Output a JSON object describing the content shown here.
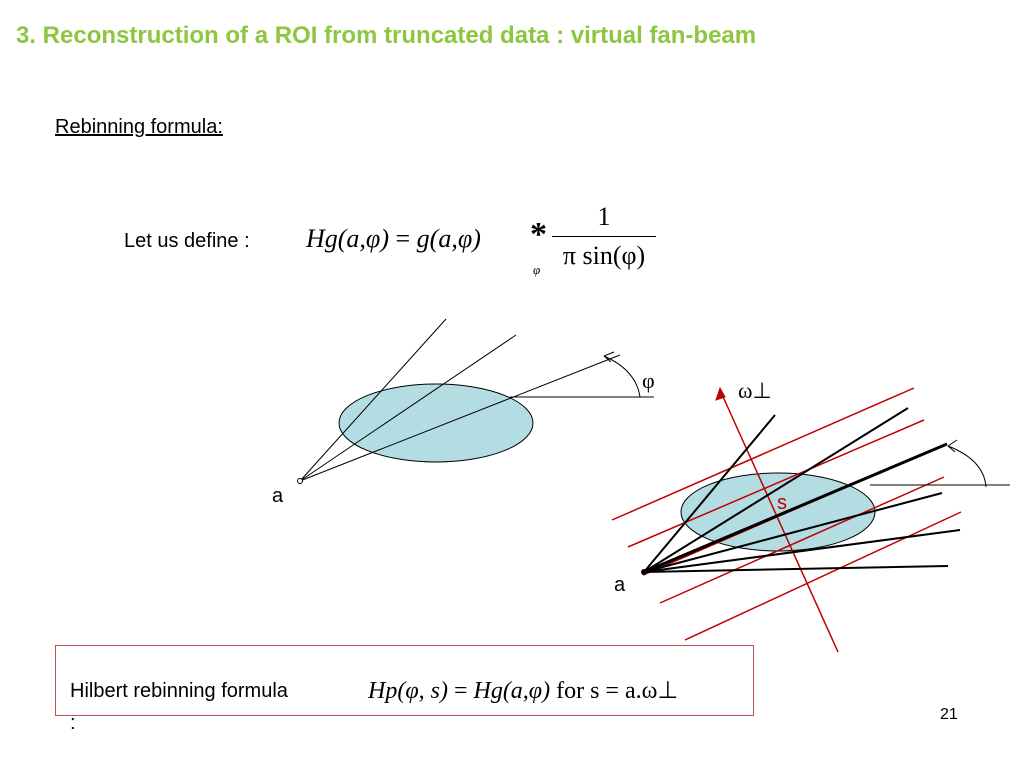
{
  "slide": {
    "title": "3. Reconstruction of a ROI from truncated data : virtual fan-beam",
    "subtitle": "Rebinning formula:",
    "define_label": "Let us define :",
    "page_number": "21"
  },
  "equation1": {
    "lhs": "Hg(a,φ)",
    "equals": "=",
    "rhs": "g(a,φ)",
    "operator": "*",
    "operator_sub": "φ",
    "fraction_numerator": "1",
    "fraction_denominator": "π sin(φ)"
  },
  "diagram": {
    "phi_label": "φ",
    "omega_label": "ω⊥",
    "point_left_label": "a",
    "point_right_label": "a",
    "s_label": "s",
    "ellipse_color": "#B3DDE3",
    "red_line_color": "#C00000"
  },
  "hilbert_box": {
    "label": "Hilbert rebinning formula",
    "colon": ":",
    "equation_lhs": "Hp(φ, s)",
    "equation_equals": "=",
    "equation_rhs": "Hg(a,φ)",
    "equation_condition": "for s = a.ω⊥",
    "border_color": "#C0504D"
  }
}
